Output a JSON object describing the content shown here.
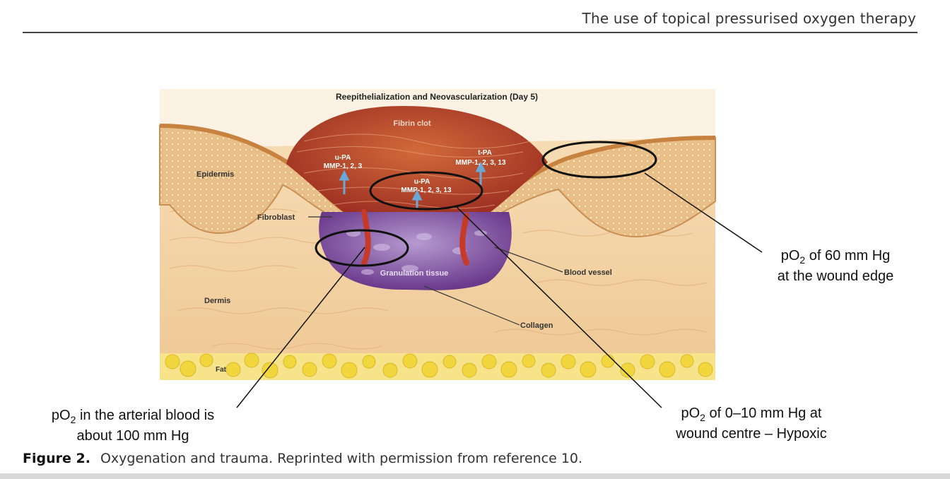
{
  "header": {
    "running_title": "The use of topical pressurised oxygen therapy"
  },
  "illustration": {
    "title": "Reepithelialization and Neovascularization (Day 5)",
    "labels": {
      "fibrin_clot": "Fibrin clot",
      "epidermis": "Epidermis",
      "fibroblast": "Fibroblast",
      "dermis": "Dermis",
      "fat": "Fat",
      "granulation_tissue": "Granulation tissue",
      "blood_vessel": "Blood vessel",
      "collagen": "Collagen",
      "upa_left": "u-PA",
      "mmp_left": "MMP-1, 2, 3",
      "upa_center": "u-PA",
      "mmp_center": "MMP-1, 2, 3, 13",
      "tpa_right": "t-PA",
      "mmp_right": "MMP-1, 2, 3, 13"
    }
  },
  "callouts": {
    "edge": {
      "prefix": "pO",
      "subscript": "2",
      "suffix": " of 60 mm Hg",
      "line2": "at the wound edge"
    },
    "arterial": {
      "prefix": "pO",
      "subscript": "2",
      "suffix": " in the arterial blood is",
      "line2": "about 100 mm Hg"
    },
    "centre": {
      "prefix": "pO",
      "subscript": "2",
      "suffix": " of 0–10 mm Hg at",
      "line2": "wound centre – Hypoxic"
    }
  },
  "caption": {
    "label": "Figure 2.",
    "text": "Oxygenation and trauma. Reprinted with permission from reference 10."
  },
  "colors": {
    "dermis": "#f2cfa0",
    "epidermis": "#e8b37a",
    "clot": "#b84a2a",
    "granulation": "#7a4a9a",
    "fat": "#f2dc55",
    "ellipse": "#111111"
  }
}
